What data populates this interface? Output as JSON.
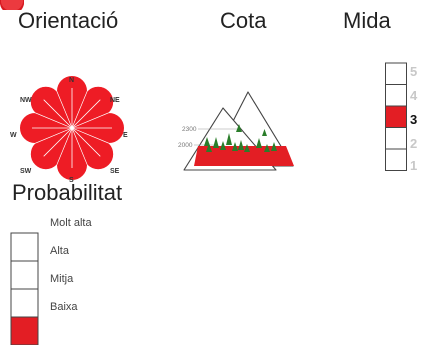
{
  "headings": {
    "orientation": "Orientació",
    "elevation": "Cota",
    "size": "Mida",
    "probability": "Probabilitat"
  },
  "orientation": {
    "directions": [
      "N",
      "NE",
      "E",
      "SE",
      "S",
      "SW",
      "W",
      "NW"
    ],
    "affected": [
      "N",
      "NE",
      "E",
      "SE",
      "S",
      "SW",
      "W",
      "NW"
    ],
    "color": "#ee1c25"
  },
  "elevation": {
    "upper_label": "2300",
    "lower_label": "2000",
    "band_color": "#e31e24"
  },
  "size": {
    "levels": [
      "5",
      "4",
      "3",
      "2",
      "1"
    ],
    "selected": "3",
    "color": "#e31e24"
  },
  "probability": {
    "levels": [
      "Molt alta",
      "Alta",
      "Mitja",
      "Baixa"
    ],
    "selected": "Baixa",
    "color": "#e31e24"
  },
  "icons": {
    "corner": "danger-badge-icon"
  }
}
